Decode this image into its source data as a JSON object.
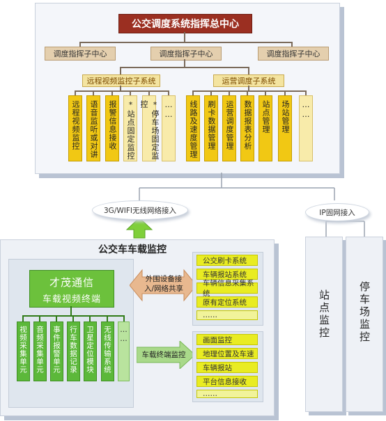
{
  "command_center": {
    "title": "公交调度系统指挥总中心",
    "sub_centers": [
      "调度指挥子中心",
      "调度指挥子中心",
      "调度指挥子中心"
    ],
    "video_subsystem": {
      "title": "远程视频监控子系统",
      "items": [
        "远程视频监控",
        "语音监听或对讲",
        "报警信息接收",
        "*站点固定监控",
        "*停车场固定监控",
        "……"
      ]
    },
    "ops_subsystem": {
      "title": "运营调度子系统",
      "items": [
        "线路及速度管理",
        "刷卡数据管理",
        "运营调度管理",
        "数据报表分析",
        "站点管理",
        "场站管理",
        "……"
      ]
    }
  },
  "network": {
    "wireless": "3G/WIFI无线网络接入",
    "fixed": "IP固网接入"
  },
  "vehicle": {
    "title": "公交车车载监控",
    "terminal_line1": "才茂通信",
    "terminal_line2": "车载视频终端",
    "units": [
      "视频采集单元",
      "音频采集单元",
      "事件报警单元",
      "行车数据记录",
      "卫星定位模块",
      "无线传输系统",
      "……"
    ],
    "ext_label": "外围设备接入/网络共享",
    "ext_items": [
      "公交刷卡系统",
      "车辆报站系统",
      "车辆信息采集系统",
      "原有定位系统",
      "……"
    ],
    "mon_label": "车载终端监控",
    "mon_items": [
      "画面监控",
      "地理位置及车速",
      "车辆报站",
      "平台信息接收",
      "……"
    ]
  },
  "fixed_sites": {
    "station": "站点监控",
    "parking": "停车场监控"
  }
}
